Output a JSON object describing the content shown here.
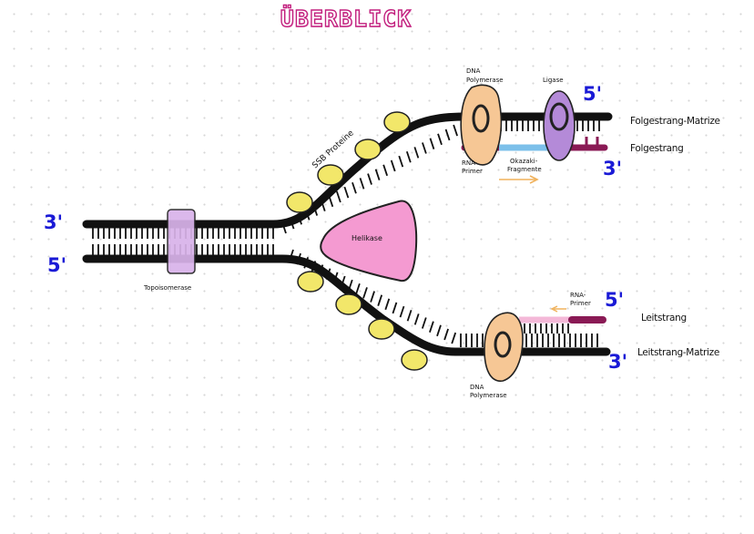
{
  "title": "ÜBERBLICK",
  "labels": {
    "ssb": "SSB Proteine",
    "helicase": "Helikase",
    "topoisomerase": "Topoisomerase",
    "polymerase_top_1": "DNA",
    "polymerase_top_2": "Polymerase",
    "ligase": "Ligase",
    "rna_primer_top_1": "RNA-",
    "rna_primer_top_2": "Primer",
    "okazaki_1": "Okazaki-",
    "okazaki_2": "Fragmente",
    "folgestrang_matrize": "Folgestrang-Matrize",
    "folgestrang": "Folgestrang",
    "rna_primer_bottom_1": "RNA-",
    "rna_primer_bottom_2": "Primer",
    "leitstrang": "Leitstrang",
    "leitstrang_matrize": "Leitstrang-Matrize",
    "polymerase_bottom_1": "DNA",
    "polymerase_bottom_2": "Polymerase"
  },
  "ends": {
    "left_top": "3'",
    "left_bottom": "5'",
    "top_right_upper": "5'",
    "top_right_lower": "3'",
    "bottom_right_upper": "5'",
    "bottom_right_lower": "3'"
  },
  "colors": {
    "title": "#c2207e",
    "dna": "#111111",
    "end_labels": "#1a1ad6",
    "ssb": "#f2e76a",
    "helicase": "#f49ad1",
    "topoisomerase": "#d9b3ea",
    "polymerase": "#f6c795",
    "ligase": "#b48ad8",
    "rna_primer": "#8a1a55",
    "okazaki": "#7cc0ea",
    "new_leading": "#f4b8d8",
    "arrow": "#f0b25c"
  }
}
